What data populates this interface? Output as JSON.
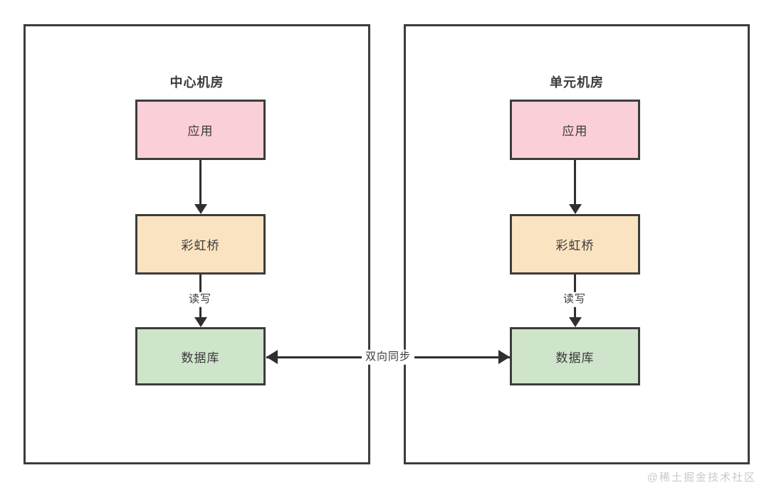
{
  "diagram": {
    "title_bidirectional_label": "双向同步",
    "watermark": "@稀土掘金技术社区",
    "colors": {
      "app_fill": "#fbcfd8",
      "bridge_fill": "#fae3c0",
      "db_fill": "#cfe5cb",
      "stroke": "#3c3c3c",
      "line": "#2f2f2f",
      "background": "#ffffff",
      "watermark": "#c9c9c9"
    },
    "zones": [
      {
        "id": "central",
        "title": "中心机房",
        "nodes": [
          {
            "id": "app",
            "label": "应用",
            "fill": "#fbcfd8"
          },
          {
            "id": "bridge",
            "label": "彩虹桥",
            "fill": "#fae3c0"
          },
          {
            "id": "database",
            "label": "数据库",
            "fill": "#cfe5cb"
          }
        ],
        "edges": [
          {
            "from": "app",
            "to": "bridge",
            "label": "",
            "arrow": "down"
          },
          {
            "from": "bridge",
            "to": "database",
            "label": "读写",
            "arrow": "down"
          }
        ]
      },
      {
        "id": "unit",
        "title": "单元机房",
        "nodes": [
          {
            "id": "app",
            "label": "应用",
            "fill": "#fbcfd8"
          },
          {
            "id": "bridge",
            "label": "彩虹桥",
            "fill": "#fae3c0"
          },
          {
            "id": "database",
            "label": "数据库",
            "fill": "#cfe5cb"
          }
        ],
        "edges": [
          {
            "from": "app",
            "to": "bridge",
            "label": "",
            "arrow": "down"
          },
          {
            "from": "bridge",
            "to": "database",
            "label": "读写",
            "arrow": "down"
          }
        ]
      }
    ],
    "cross_edges": [
      {
        "from": "central.database",
        "to": "unit.database",
        "label": "双向同步",
        "arrow": "both"
      }
    ]
  }
}
